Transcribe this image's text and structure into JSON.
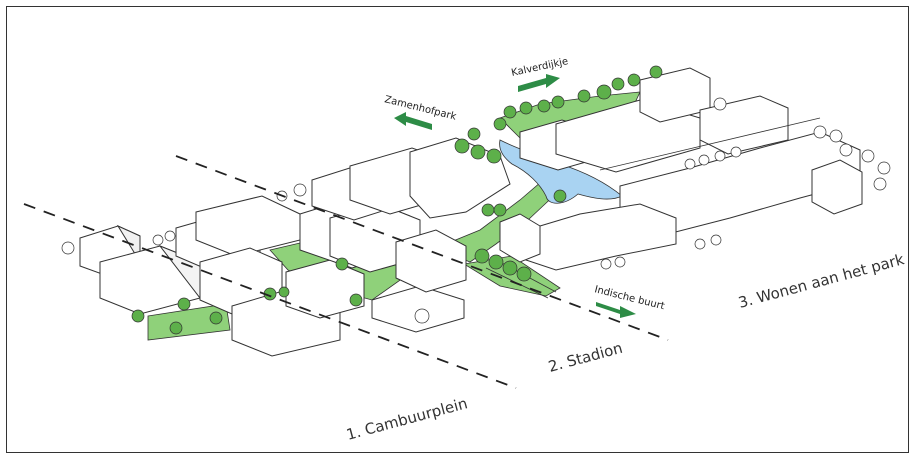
{
  "zones": [
    {
      "label": "1. Cambuurplein"
    },
    {
      "label": "2. Stadion"
    },
    {
      "label": "3. Wonen aan het park"
    }
  ],
  "directions": [
    {
      "label": "Zamenhofpark",
      "arrow": "left"
    },
    {
      "label": "Kalverdijkje",
      "arrow": "right"
    },
    {
      "label": "Indische buurt",
      "arrow": "right"
    }
  ],
  "colors": {
    "green_space": "#8fd17a",
    "green_dark": "#5db04a",
    "water": "#a9d3f2",
    "arrow": "#2d8c46",
    "building": "#ffffff",
    "outline": "#333333"
  }
}
